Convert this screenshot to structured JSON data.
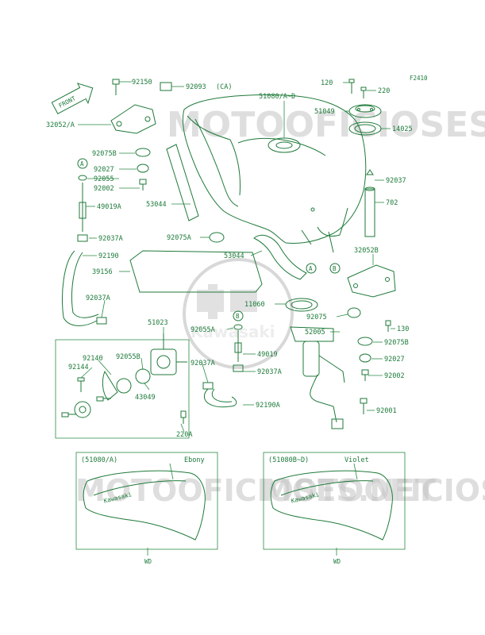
{
  "figure_code": "F2410",
  "front_label": "FRONT",
  "watermark": "MOTOOFICIOSES.NET",
  "logo_text": "Kawasaki",
  "parts": {
    "p92150": "92150",
    "p92093": "92093",
    "p92093_note": "(CA)",
    "p32052A": "32052/A",
    "p92075B": "92075B",
    "p92027": "92027",
    "p92055": "92055",
    "p92002": "92002",
    "p49019A": "49019A",
    "p92037A": "92037A",
    "p92190": "92190",
    "p39156": "39156",
    "p53044": "53044",
    "p92075A": "92075A",
    "p51080": "51080/A~D",
    "p120": "120",
    "p220": "220",
    "p51049": "51049",
    "p14025": "14025",
    "p92037": "92037",
    "p702": "702",
    "p32052B": "32052B",
    "p11060": "11060",
    "p92075": "92075",
    "p52005": "52005",
    "p130": "130",
    "p92027b": "92027",
    "p92002b": "92002",
    "p92001": "92001",
    "p92055A": "92055A",
    "p49019": "49019",
    "p51023": "51023",
    "p92140": "92140",
    "p92055B": "92055B",
    "p92144": "92144",
    "p43049": "43049",
    "p220A": "220A",
    "p92190A": "92190A"
  },
  "ref_A": "A",
  "ref_B": "B",
  "variants": [
    {
      "code": "(51080/A)",
      "color": "Ebony",
      "note": "WD"
    },
    {
      "code": "(51080B~D)",
      "color": "Violet",
      "note": "WD"
    }
  ],
  "colors": {
    "line": "#1f7a3a",
    "text": "#1d7a3a"
  }
}
